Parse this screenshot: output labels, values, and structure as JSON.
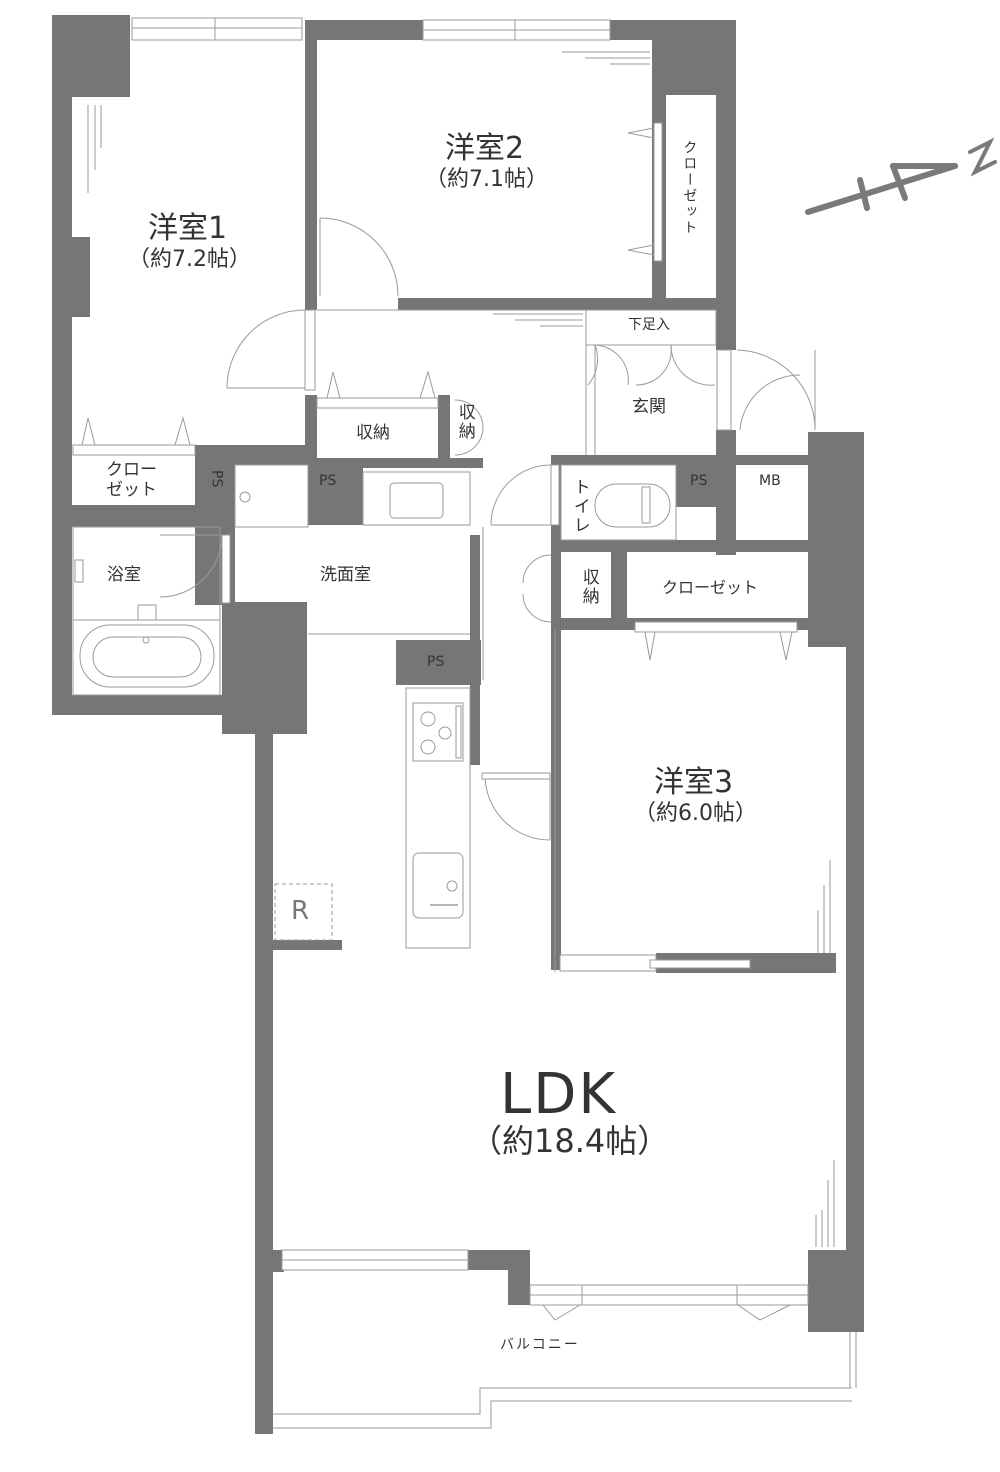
{
  "floorplan": {
    "rooms": {
      "western1": {
        "name": "洋室1",
        "size": "（約7.2帖）"
      },
      "western2": {
        "name": "洋室2",
        "size": "（約7.1帖）"
      },
      "western3": {
        "name": "洋室3",
        "size": "（約6.0帖）"
      },
      "ldk": {
        "name": "LDK",
        "size": "（約18.4帖）"
      }
    },
    "labels": {
      "closet_w2": "クローゼット",
      "closet_w1_line1": "クロー",
      "closet_w1_line2": "ゼット",
      "closet_w3": "クローゼット",
      "storage_hall": "収納",
      "storage_small_1": "収納",
      "storage_small_2": "収納",
      "shoe_box": "下足入",
      "entrance": "玄関",
      "toilet": "トイレ",
      "bathroom": "浴室",
      "washroom": "洗面室",
      "ps_1": "PS",
      "ps_2": "PS",
      "ps_3": "PS",
      "ps_4": "PS",
      "mb": "MB",
      "fridge": "R",
      "balcony": "バルコニー"
    },
    "compass": {
      "label": "N",
      "icon": "north-arrow-icon"
    },
    "colors": {
      "wall": "#767676",
      "line": "#9a9a9a",
      "text": "#333333",
      "background": "#ffffff"
    }
  }
}
